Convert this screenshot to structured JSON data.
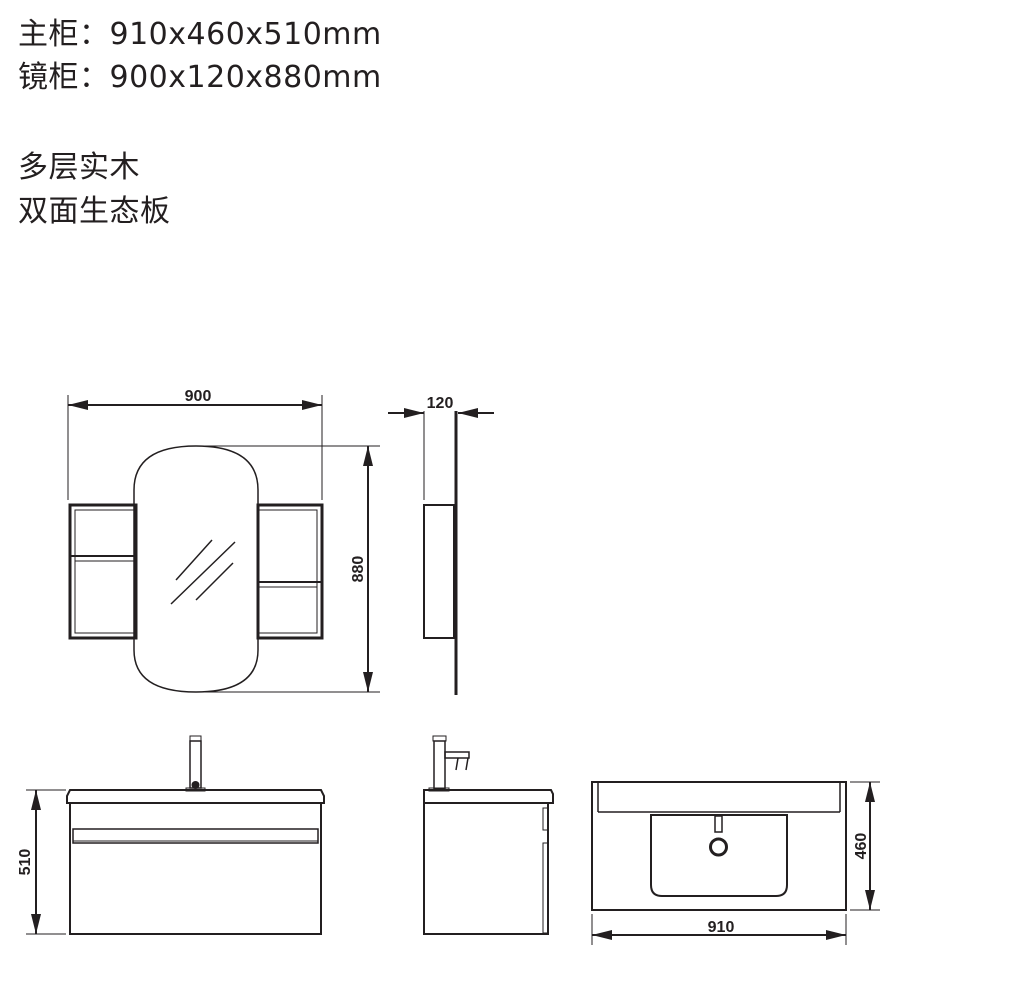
{
  "specs": {
    "main_cabinet": "主柜：910x460x510mm",
    "mirror_cabinet": "镜柜：900x120x880mm"
  },
  "materials": {
    "line1": "多层实木",
    "line2": "双面生态板"
  },
  "dimensions": {
    "mirror_width": "900",
    "mirror_depth": "120",
    "mirror_height": "880",
    "base_height": "510",
    "base_depth": "460",
    "base_width": "910"
  }
}
